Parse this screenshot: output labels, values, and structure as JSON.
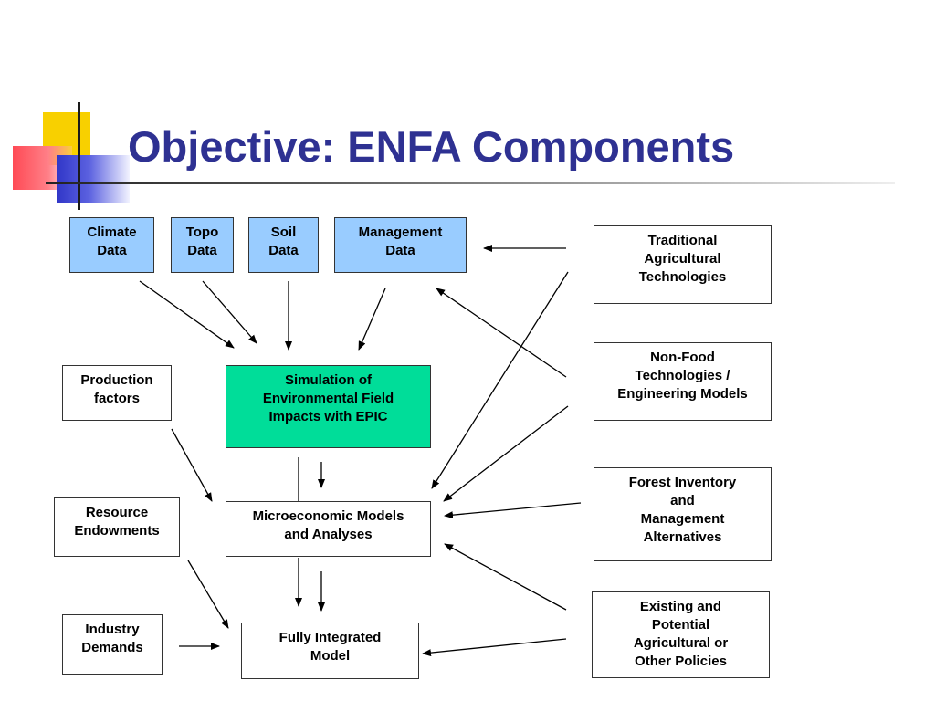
{
  "slide": {
    "title": "Objective:  ENFA Components"
  },
  "diagram": {
    "data_inputs": {
      "climate": "Climate\nData",
      "topo": "Topo\nData",
      "soil": "Soil\nData",
      "management": "Management\nData"
    },
    "left_factors": {
      "production": "Production\nfactors",
      "resource": "Resource\nEndowments",
      "industry": "Industry\nDemands"
    },
    "center": {
      "simulation": "Simulation of\nEnvironmental Field\nImpacts with EPIC",
      "micro": "Microeconomic Models\nand Analyses",
      "integrated": "Fully Integrated\nModel"
    },
    "right_sources": {
      "traditional": "Traditional\nAgricultural\nTechnologies",
      "nonfood": "Non-Food\nTechnologies /\nEngineering Models",
      "forest": "Forest Inventory\nand\nManagement\nAlternatives",
      "policies": "Existing and\nPotential\nAgricultural or\nOther Policies"
    }
  },
  "colors": {
    "title": "#2e3192",
    "data_box_fill": "#99ccff",
    "epic_box_fill": "#00dd99",
    "arrow": "#000000"
  }
}
